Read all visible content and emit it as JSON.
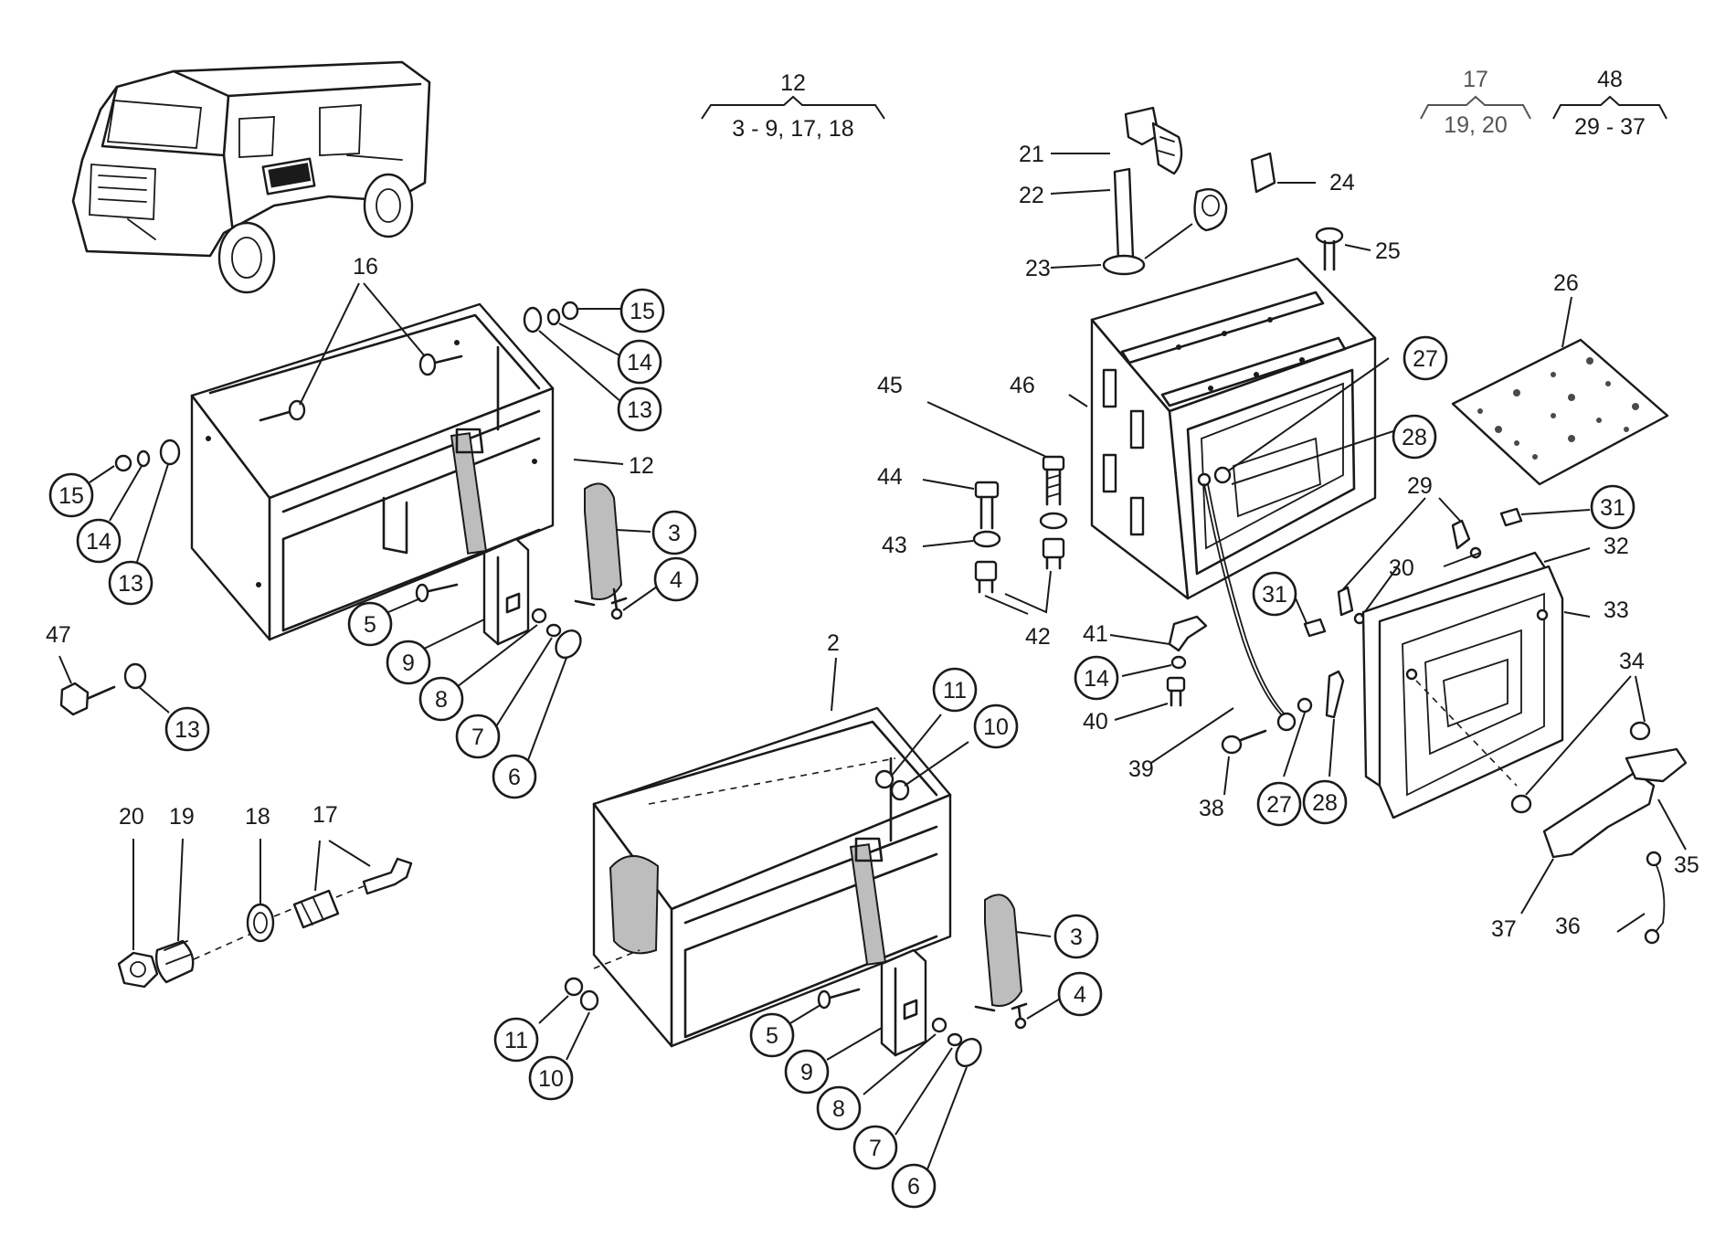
{
  "groups": [
    {
      "top": "12",
      "bottom": "3 - 9, 17, 18",
      "color": "#1a1a1a"
    },
    {
      "top": "17",
      "bottom": "19, 20",
      "color": "#555555"
    },
    {
      "top": "48",
      "bottom": "29 - 37",
      "color": "#1a1a1a"
    }
  ],
  "labels": {
    "l16": "16",
    "l12": "12",
    "l47": "47",
    "l20": "20",
    "l19": "19",
    "l18": "18",
    "l17": "17",
    "l2": "2",
    "l21": "21",
    "l22": "22",
    "l23": "23",
    "l24": "24",
    "l25": "25",
    "l26": "26",
    "l45": "45",
    "l46": "46",
    "l44": "44",
    "l43": "43",
    "l42": "42",
    "l41": "41",
    "l40": "40",
    "l39": "39",
    "l38": "38",
    "l29": "29",
    "l30": "30",
    "l32": "32",
    "l33": "33",
    "l34": "34",
    "l35": "35",
    "l36": "36",
    "l37": "37"
  },
  "callouts": {
    "c15a": "15",
    "c14a": "14",
    "c13a": "13",
    "c15b": "15",
    "c14b": "14",
    "c13b": "13",
    "c3a": "3",
    "c4a": "4",
    "c5a": "5",
    "c9a": "9",
    "c8a": "8",
    "c7a": "7",
    "c6a": "6",
    "c13c": "13",
    "c11a": "11",
    "c10a": "10",
    "c3b": "3",
    "c4b": "4",
    "c5b": "5",
    "c9b": "9",
    "c8b": "8",
    "c7b": "7",
    "c6b": "6",
    "c11b": "11",
    "c10b": "10",
    "c27a": "27",
    "c28a": "28",
    "c31a": "31",
    "c31b": "31",
    "c14c": "14",
    "c27b": "27",
    "c28b": "28"
  },
  "colors": {
    "ink": "#1a1a1a",
    "strap": "#bdbdbd",
    "paper": "#ffffff"
  }
}
